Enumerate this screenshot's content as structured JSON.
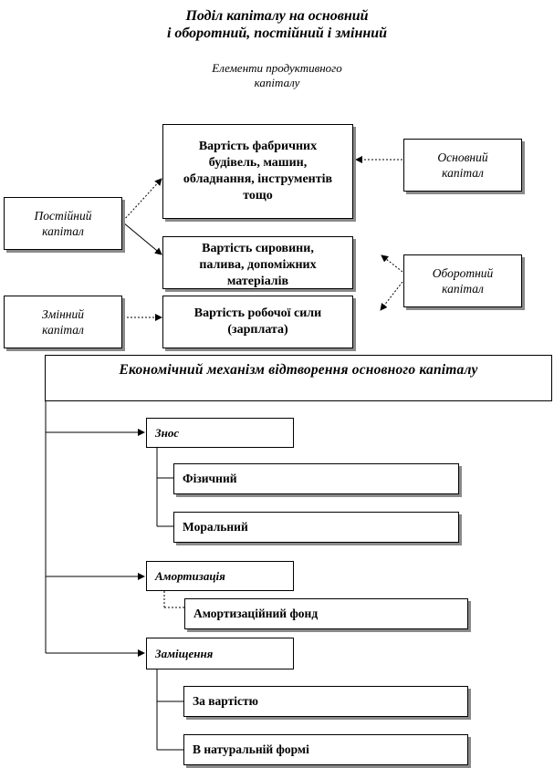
{
  "header": {
    "title_line1": "Поділ капіталу на основний",
    "title_line2": "і оборотний, постійний і змінний",
    "subtitle_line1": "Елементи продуктивного",
    "subtitle_line2": "капіталу"
  },
  "capital": {
    "fixed_costs": [
      "Вартість фабричних",
      "будівель, машин,",
      "обладнання, інструментів",
      "тощо"
    ],
    "raw_materials": [
      "Вартість сировини,",
      "палива, допоміжних",
      "матеріалів"
    ],
    "labor": [
      "Вартість робочої сили",
      "(зарплата)"
    ],
    "constant": [
      "Постійний",
      "капітал"
    ],
    "variable": [
      "Змінний",
      "капітал"
    ],
    "fixed_capital": [
      "Основний",
      "капітал"
    ],
    "working_capital": [
      "Оборотний",
      "капітал"
    ]
  },
  "mechanism": {
    "title": "Економічний механізм відтворення основного капіталу",
    "wear": "Знос",
    "physical": "Фізичний",
    "moral": "Моральний",
    "amortization": "Амортизація",
    "amortization_fund": "Амортизаційний фонд",
    "replacement": "Заміщення",
    "by_value": "За вартістю",
    "in_kind": "В натуральній формі"
  }
}
